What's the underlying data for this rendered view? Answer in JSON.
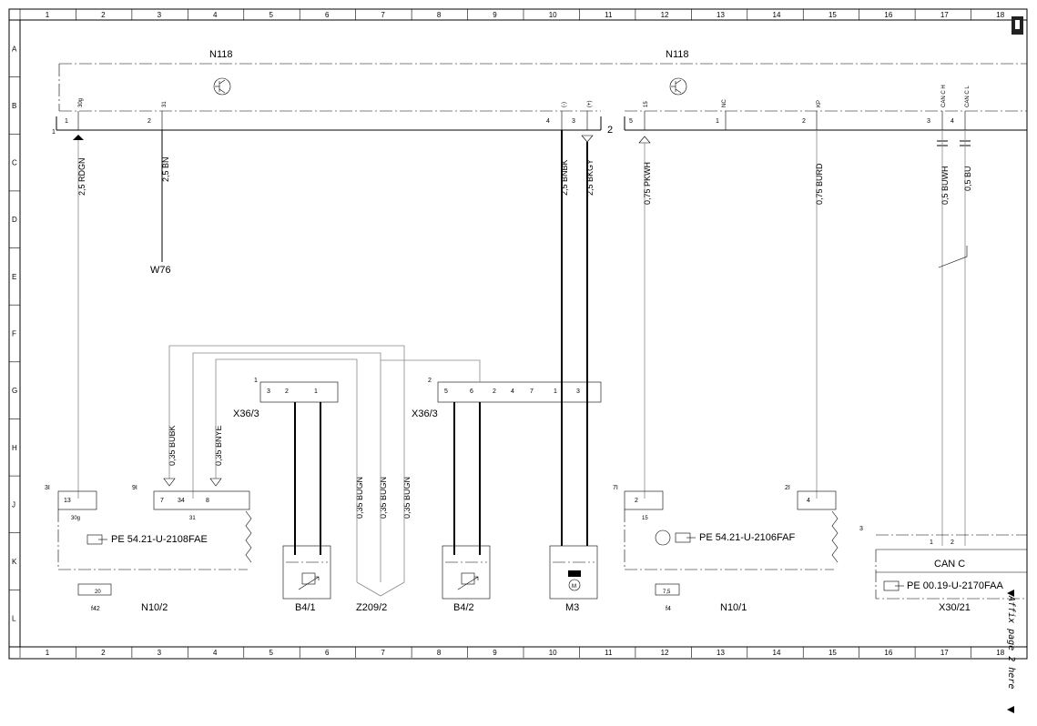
{
  "frame": {
    "columns": [
      "1",
      "2",
      "3",
      "4",
      "5",
      "6",
      "7",
      "8",
      "9",
      "10",
      "11",
      "12",
      "13",
      "14",
      "15",
      "16",
      "17",
      "18"
    ],
    "rows": [
      "A",
      "B",
      "C",
      "D",
      "E",
      "F",
      "G",
      "H",
      "J",
      "K",
      "L"
    ]
  },
  "units": {
    "n118_left": "N118",
    "n118_right": "N118",
    "w76": "W76",
    "x36_3_left": "X36/3",
    "x36_3_right": "X36/3",
    "f42": "f42",
    "n10_2": "N10/2",
    "b4_1": "B4/1",
    "z209_2": "Z209/2",
    "b4_2": "B4/2",
    "m3": "M3",
    "f4": "f4",
    "n10_1": "N10/1",
    "x30_21": "X30/21",
    "can_c": "CAN C"
  },
  "references": {
    "ref_left": "PE 54.21-U-2108FAE",
    "ref_mid": "PE 54.21-U-2106FAF",
    "ref_right": "PE 00.19-U-2170FAA"
  },
  "wires": {
    "w1": "2,5 RDGN",
    "w2": "2,5 BN",
    "w3": "2,5 BNBK",
    "w4": "2,5 BKGY",
    "w5": "0,75 PKWH",
    "w6": "0,75 BURD",
    "w7": "0,5 BUWH",
    "w8": "0,5 BU",
    "w9": "0,35 BUBK",
    "w10": "0,35 BNYE",
    "w11": "0,35 BUGN",
    "w12": "0,35 BUGN",
    "w13": "0,35 BUGN"
  },
  "pins": {
    "p30g": "30g",
    "p31": "31",
    "pminus": "(-)",
    "pplus": "(+)",
    "p15": "15",
    "pnc": "NC",
    "pkp": "KP",
    "pcanch": "CAN C H",
    "pcancl": "CAN C L",
    "n1": "1",
    "n2": "2",
    "n3": "3",
    "n4": "4",
    "n5": "5",
    "n6": "6",
    "n7": "7",
    "n13": "13",
    "n34": "34",
    "n8": "8",
    "c3l": "3I",
    "c9l": "9I",
    "c7l": "7I",
    "c2l": "2I",
    "f20": "20",
    "f75": "7,5",
    "m_letter": "M"
  },
  "affix": "Affix page 2 here"
}
